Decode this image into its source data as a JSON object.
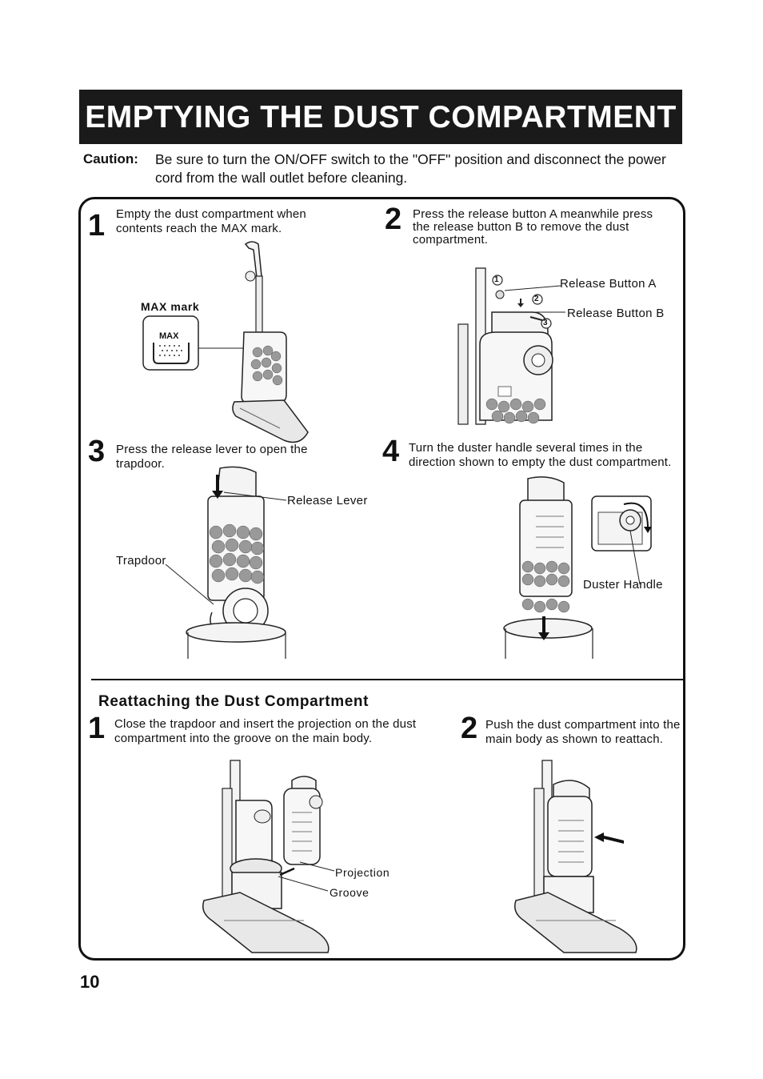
{
  "header": {
    "title": "EMPTYING THE DUST COMPARTMENT"
  },
  "caution": {
    "label": "Caution:",
    "text": "Be sure to turn the ON/OFF switch to the \"OFF\" position and disconnect the power cord from the wall outlet before cleaning."
  },
  "steps": [
    {
      "number": "1",
      "text": "Empty  the dust compartment when contents reach the MAX mark.",
      "callouts": [
        "MAX mark"
      ],
      "inset_label": "MAX"
    },
    {
      "number": "2",
      "text": "Press the release button A meanwhile press the release  button B to remove the dust compartment.",
      "callouts": [
        "Release Button A",
        "Release Button B"
      ],
      "markers": [
        "1",
        "2",
        "3"
      ]
    },
    {
      "number": "3",
      "text": "Press the release lever to open the trapdoor.",
      "callouts": [
        "Release Lever",
        "Trapdoor"
      ]
    },
    {
      "number": "4",
      "text": "Turn the duster handle several times in the direction shown to empty the dust compartment.",
      "callouts": [
        "Duster Handle"
      ]
    }
  ],
  "reattach": {
    "heading": "Reattaching the Dust Compartment",
    "steps": [
      {
        "number": "1",
        "text": "Close the trapdoor and insert the projection on the dust compartment into the groove on the main body.",
        "callouts": [
          "Projection",
          "Groove"
        ]
      },
      {
        "number": "2",
        "text": "Push the dust compartment into the main body as shown to reattach."
      }
    ]
  },
  "footer": {
    "page_number": "10"
  }
}
